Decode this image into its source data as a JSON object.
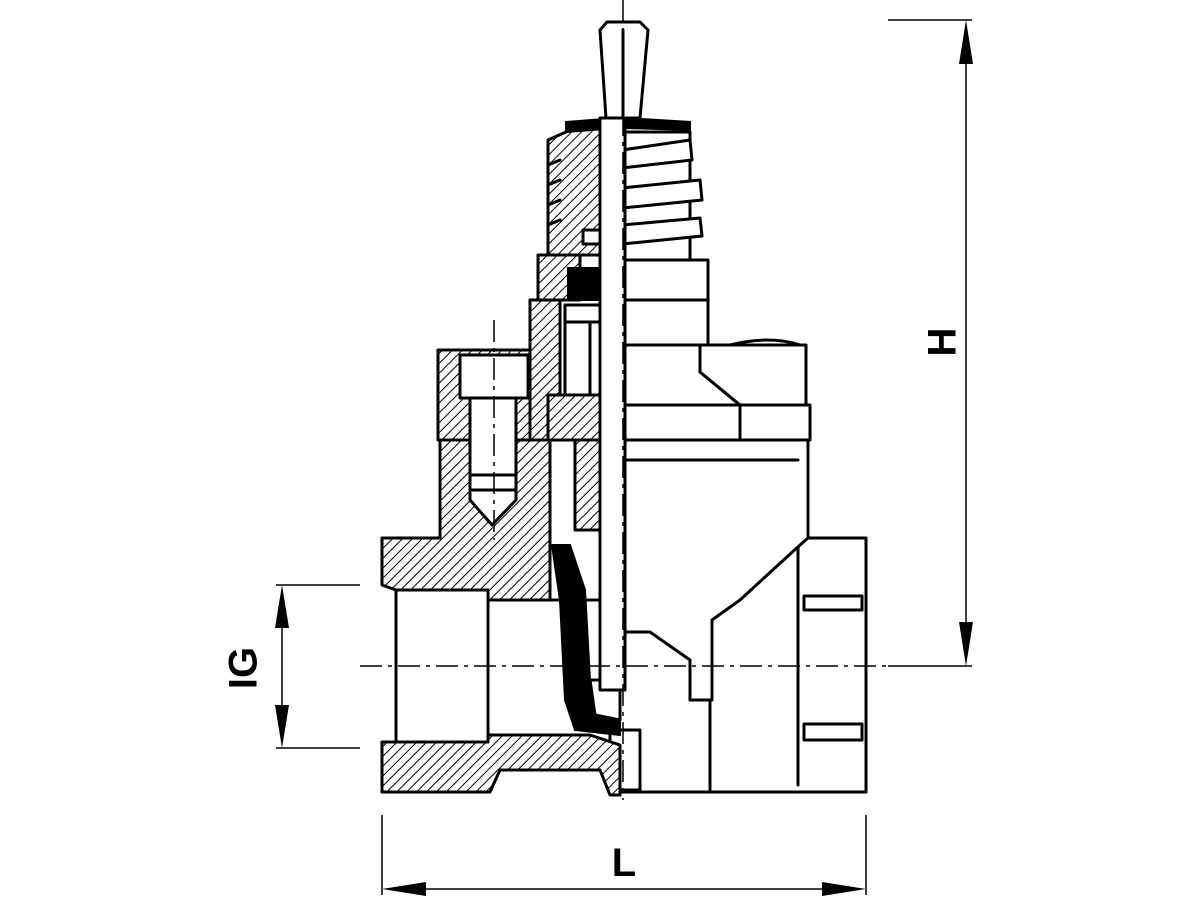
{
  "dimensions": {
    "length_label": "L",
    "height_label": "H",
    "thread_label": "IG"
  }
}
